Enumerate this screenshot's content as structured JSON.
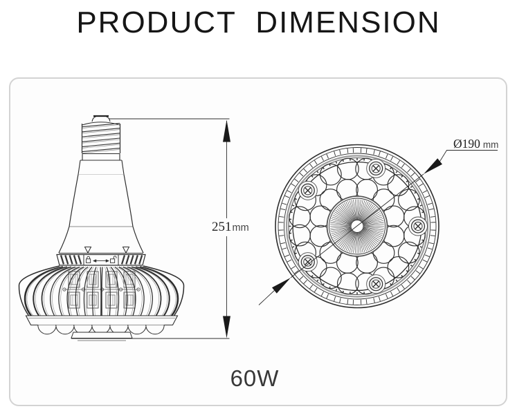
{
  "title": "PRODUCT DIMENSION",
  "diagram": {
    "height_dimension": {
      "value": "251",
      "unit": "mm"
    },
    "diameter_dimension": {
      "value": "Ø190",
      "unit": "mm"
    },
    "wattage_label": "60W"
  },
  "colors": {
    "line_ink": "#2d2d2d",
    "panel_border": "#d3d3d3",
    "panel_background": "#fdfdfd"
  }
}
